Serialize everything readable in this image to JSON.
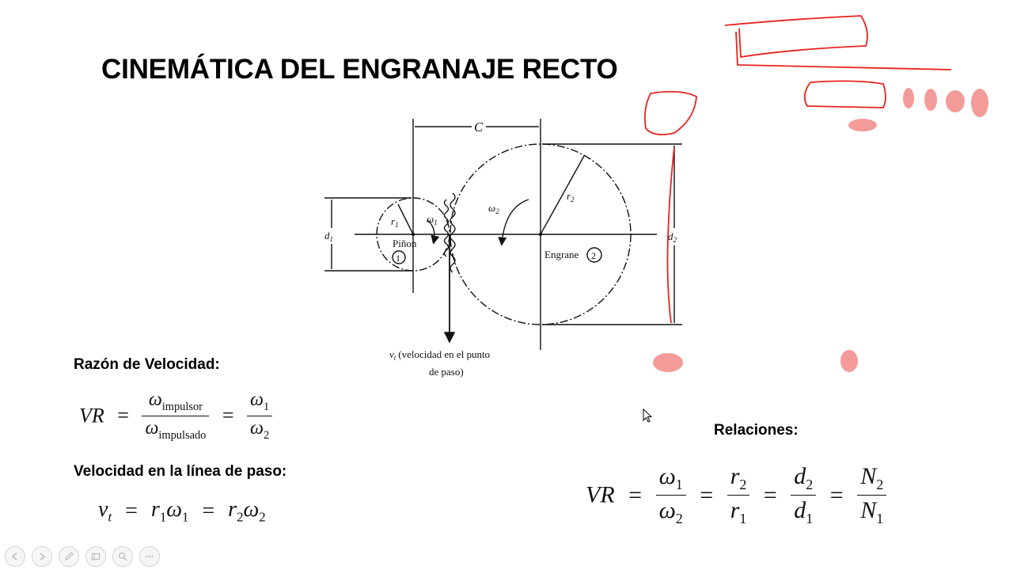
{
  "title": "CINEMÁTICA DEL ENGRANAJE RECTO",
  "diagram": {
    "label_C": "C",
    "label_r1": "r",
    "label_r1_sub": "1",
    "label_omega1": "ω",
    "label_omega1_sub": "1",
    "label_omega2": "ω",
    "label_omega2_sub": "2",
    "label_r2": "r",
    "label_r2_sub": "2",
    "label_d1": "d",
    "label_d1_sub": "1",
    "label_d2": "d",
    "label_d2_sub": "2",
    "pinion_label": "Piñon",
    "pinion_number": "1",
    "gear_label": "Engrane",
    "gear_number": "2",
    "vt_symbol": "v",
    "vt_sub": "t",
    "vt_caption_line1": "(velocidad en el punto",
    "vt_caption_line2": "de paso)"
  },
  "sections": {
    "velocity_ratio_heading": "Razón de Velocidad:",
    "pitch_line_heading": "Velocidad en la línea de paso:",
    "relations_heading": "Relaciones:"
  },
  "equations": {
    "vr_label": "VR",
    "eq": "=",
    "omega": "ω",
    "impulsor": "impulsor",
    "impulsado": "impulsado",
    "one": "1",
    "two": "2",
    "v": "v",
    "t": "t",
    "r": "r",
    "d": "d",
    "N": "N"
  },
  "annotation_color": "#e8231e",
  "toolbar": {
    "icons": [
      "previous-icon",
      "next-icon",
      "pen-icon",
      "slides-icon",
      "zoom-icon",
      "more-icon"
    ]
  }
}
